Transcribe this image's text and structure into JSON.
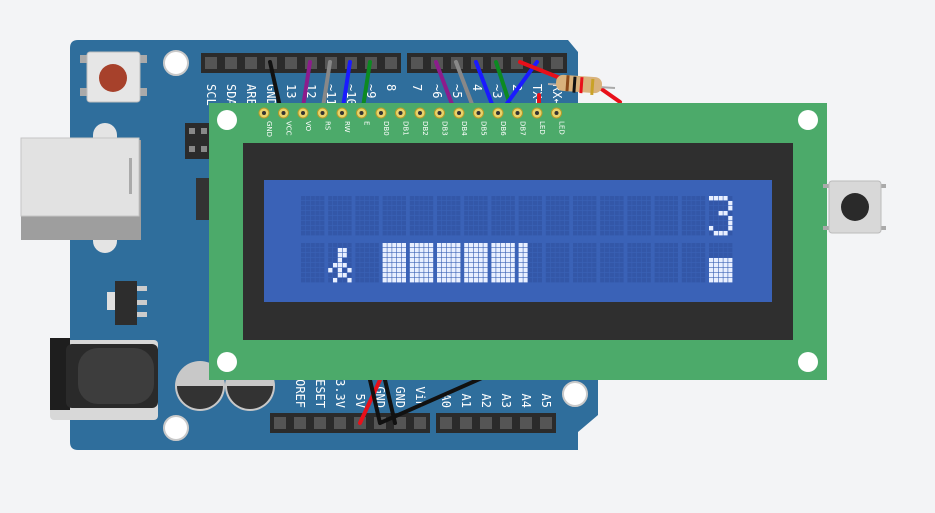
{
  "arduino": {
    "header_top_left_labels": [
      "SCL",
      "SDA",
      "AREF",
      "GND",
      "13",
      "12",
      "~11",
      "~10",
      "~9",
      "8"
    ],
    "header_top_right_labels": [
      "7",
      "~6",
      "~5",
      "4",
      "~3",
      "2",
      "TX→1",
      "RX←0"
    ],
    "power_labels": [
      "IOREF",
      "RESET",
      "3.3V",
      "5V",
      "GND",
      "GND",
      "Vin"
    ],
    "analog_labels": [
      "A0",
      "A1",
      "A2",
      "A3",
      "A4",
      "A5"
    ]
  },
  "lcd": {
    "pins": [
      "GND",
      "VCC",
      "VO",
      "RS",
      "RW",
      "E",
      "DB0",
      "DB1",
      "DB2",
      "DB3",
      "DB4",
      "DB5",
      "DB6",
      "DB7",
      "LED",
      "LED"
    ],
    "row1_right_char": "3",
    "progress_filled_cells": 5,
    "progress_partial_cols": 2
  },
  "colors": {
    "board": "#2f6e9c",
    "lcd_pcb": "#4caa6a",
    "lcd_screen": "#3a62b7",
    "wire_red": "#e8101a",
    "wire_black": "#111111",
    "wire_blue": "#1a1aff",
    "wire_green": "#0c8a21",
    "wire_purple": "#8c1c8c",
    "wire_gray": "#888888"
  }
}
